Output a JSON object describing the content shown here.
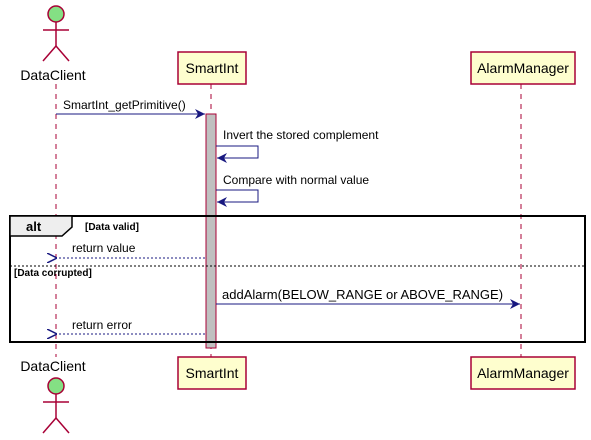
{
  "participants": {
    "data_client": "DataClient",
    "smart_int": "SmartInt",
    "alarm_manager": "AlarmManager"
  },
  "messages": {
    "get_primitive": "SmartInt_getPrimitive()",
    "invert": "Invert the stored complement",
    "compare": "Compare with normal value",
    "return_value": "return value",
    "add_alarm": "addAlarm(BELOW_RANGE or ABOVE_RANGE)",
    "return_error": "return error"
  },
  "alt_frame": {
    "keyword": "alt",
    "guard_valid": "[Data valid]",
    "guard_corrupted": "[Data corrupted]"
  },
  "colors": {
    "actor_fill": "#84e084",
    "participant_fill": "#fefece",
    "participant_border": "#a80036",
    "arrow": "#181880",
    "activation_fill": "#c0c0c0"
  }
}
